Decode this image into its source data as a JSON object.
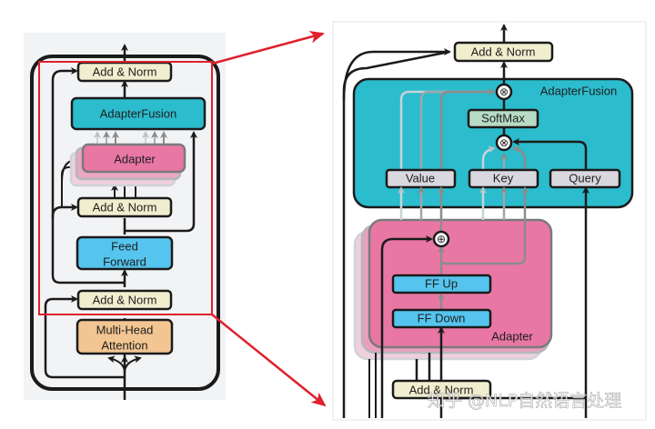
{
  "left_panel": {
    "title": "Transformer layer with AdapterFusion",
    "blocks": {
      "top_add_norm": "Add & Norm",
      "adapter_fusion": "AdapterFusion",
      "adapter": "Adapter",
      "mid_add_norm": "Add & Norm",
      "feed_forward_line1": "Feed",
      "feed_forward_line2": "Forward",
      "bottom_add_norm": "Add & Norm",
      "mha_line1": "Multi-Head",
      "mha_line2": "Attention"
    }
  },
  "right_panel": {
    "title": "Zoomed AdapterFusion detail",
    "blocks": {
      "top_add_norm": "Add & Norm",
      "adapter_fusion_label": "AdapterFusion",
      "softmax": "SoftMax",
      "value": "Value",
      "key": "Key",
      "query": "Query",
      "ff_up": "FF Up",
      "ff_down": "FF Down",
      "adapter_label": "Adapter",
      "bottom_add_norm": "Add & Norm"
    },
    "operators": {
      "multiply_top": "⊗",
      "multiply_bottom": "⊗",
      "add": "⊕"
    }
  },
  "watermark": "知乎 @NLP自然语言处理",
  "colors": {
    "add_norm": "#f1eecf",
    "adapter_fusion": "#2bbccd",
    "adapter": "#e977a4",
    "feed_forward": "#55c4ee",
    "multi_head_attention": "#f2c592",
    "qkv": "#d8d8de",
    "softmax": "#b7dcc5",
    "highlight": "#e0202a",
    "panel_bg": "#f2f3f5"
  }
}
